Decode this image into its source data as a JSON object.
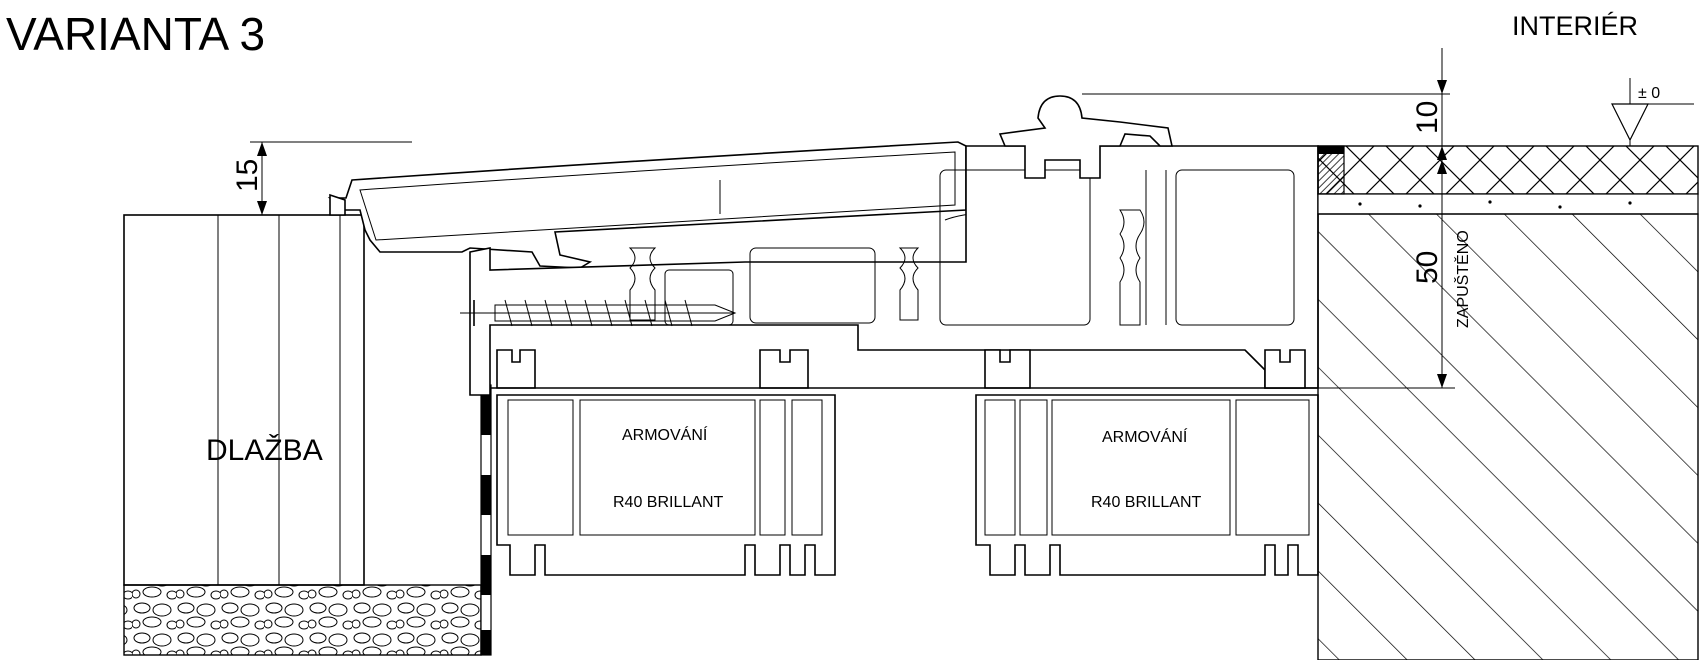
{
  "title": "VARIANTA 3",
  "side_label": "INTERIÉR",
  "tile_label": "DLAŽBA",
  "level_mark": "± 0",
  "dimensions": {
    "left_height": "15",
    "top_height": "10",
    "right_height": "50"
  },
  "recess_label": "ZAPUŠTĚNO",
  "profiles": [
    {
      "reinforcement": "ARMOVÁNÍ",
      "type": "R40 BRILLANT"
    },
    {
      "reinforcement": "ARMOVÁNÍ",
      "type": "R40 BRILLANT"
    }
  ]
}
